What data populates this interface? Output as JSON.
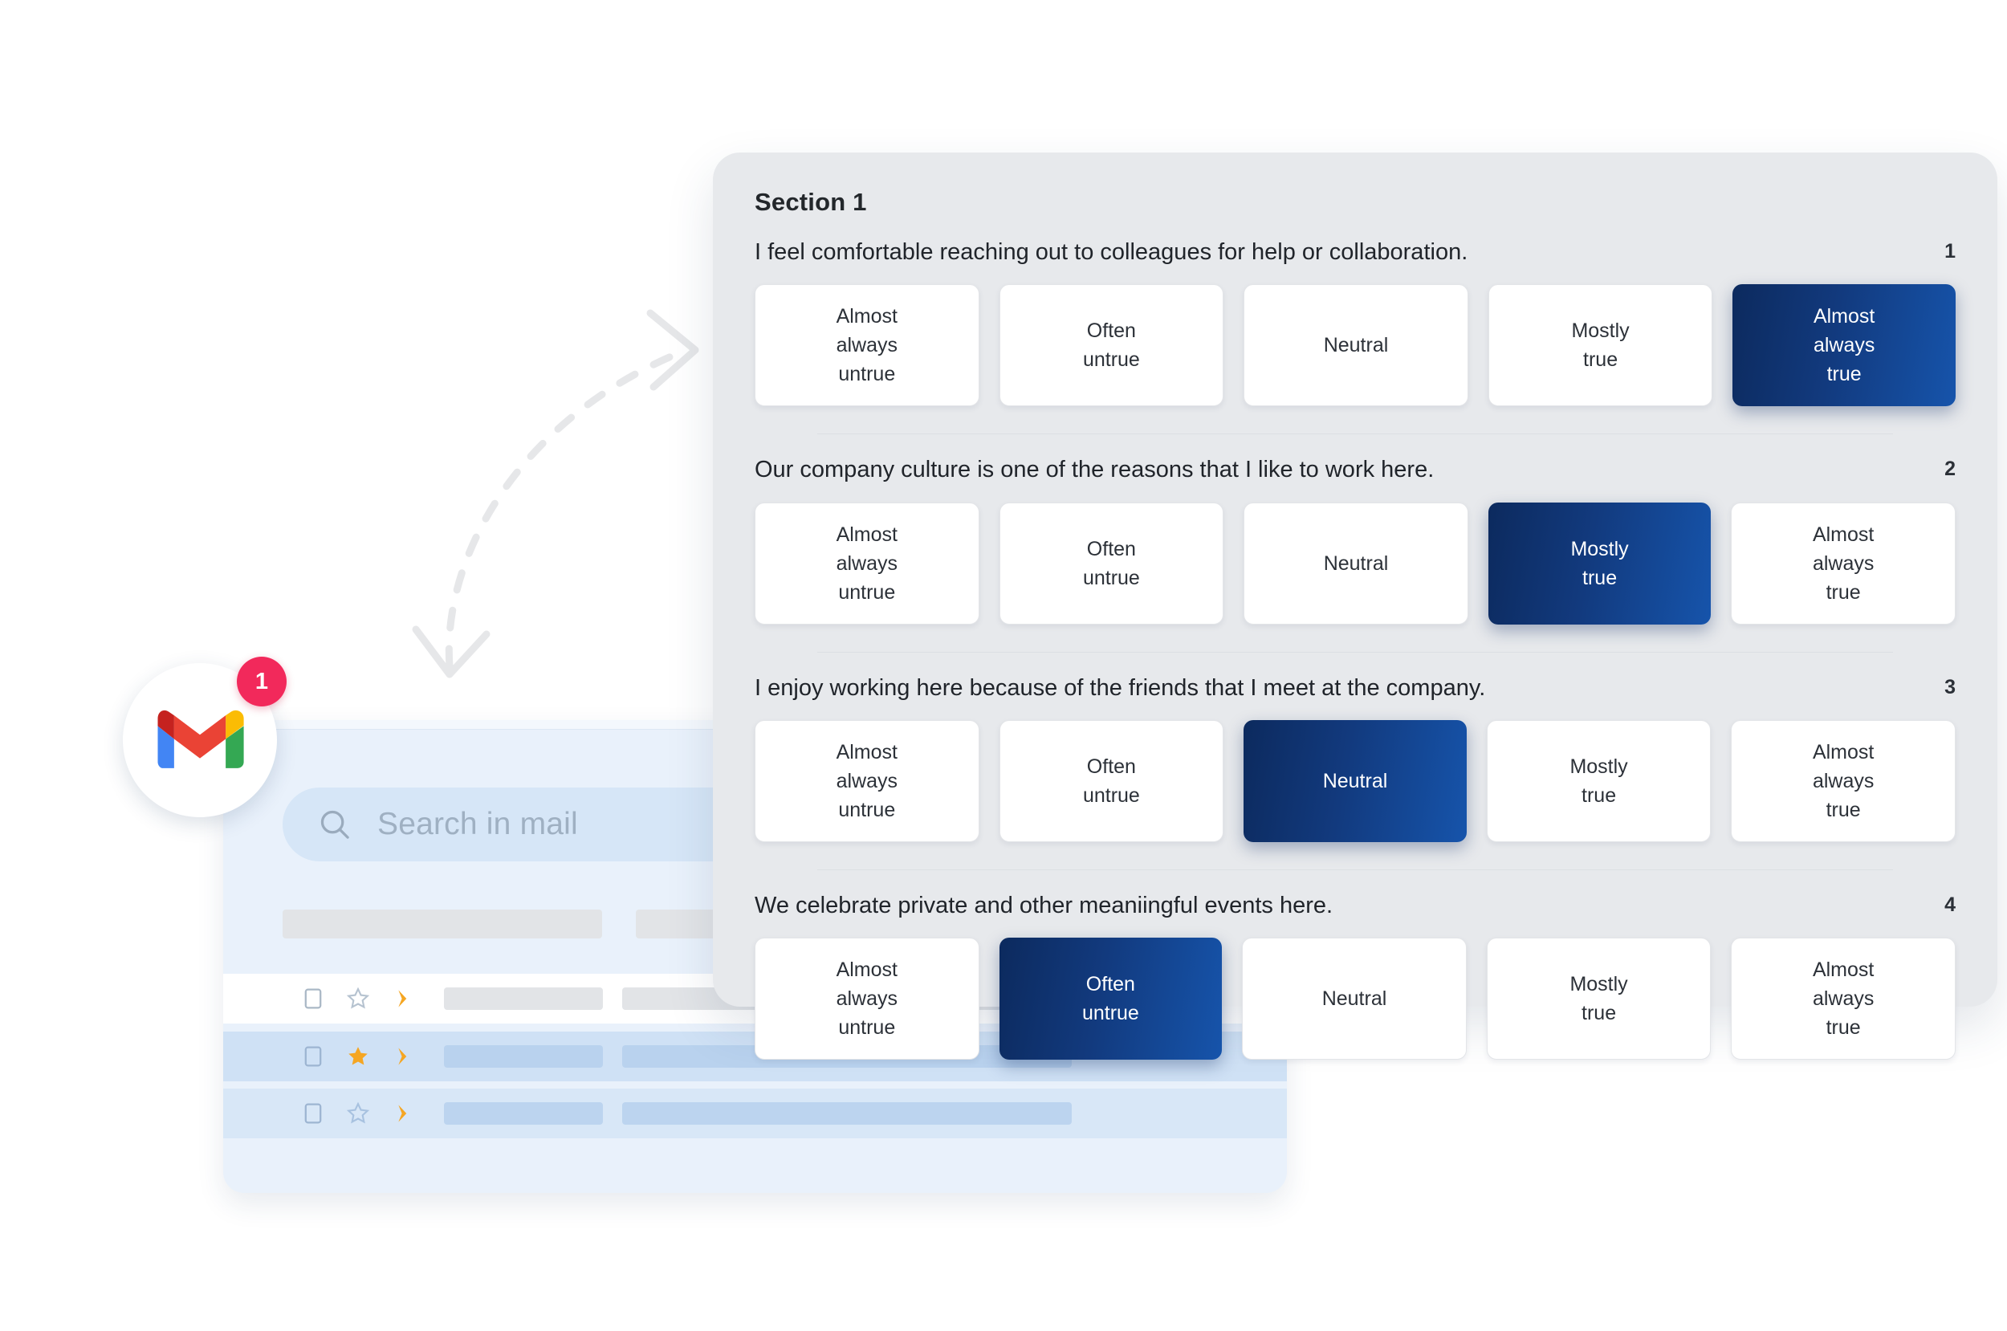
{
  "card": {
    "section_title": "Section 1",
    "questions": [
      {
        "number": "1",
        "text": "I feel comfortable reaching out to colleagues for help or collaboration.",
        "options": [
          "Almost\nalways\nuntrue",
          "Often\nuntrue",
          "Neutral",
          "Mostly\ntrue",
          "Almost\nalways\ntrue"
        ],
        "selected_index": 4
      },
      {
        "number": "2",
        "text": "Our company culture is one of the reasons that I like to work here.",
        "options": [
          "Almost\nalways\nuntrue",
          "Often\nuntrue",
          "Neutral",
          "Mostly\ntrue",
          "Almost\nalways\ntrue"
        ],
        "selected_index": 3
      },
      {
        "number": "3",
        "text": "I enjoy working here because of the friends that I meet at the company.",
        "options": [
          "Almost\nalways\nuntrue",
          "Often\nuntrue",
          "Neutral",
          "Mostly\ntrue",
          "Almost\nalways\ntrue"
        ],
        "selected_index": 2
      },
      {
        "number": "4",
        "text": "We celebrate private and other meaniingful events here.",
        "options": [
          "Almost\nalways\nuntrue",
          "Often\nuntrue",
          "Neutral",
          "Mostly\ntrue",
          "Almost\nalways\ntrue"
        ],
        "selected_index": 1
      }
    ]
  },
  "gmail": {
    "app_name": "Gmail",
    "unread_badge": "1",
    "search": {
      "placeholder": "Search in mail",
      "icon": "search-icon"
    },
    "rows": [
      {
        "starred": false,
        "state": "unread"
      },
      {
        "starred": true,
        "state": "read"
      },
      {
        "starred": false,
        "state": "read"
      }
    ]
  },
  "colors": {
    "accent_dark": "#0c2a5e",
    "accent_light": "#1654ab",
    "badge": "#f2295b",
    "card_bg": "#e7e9ec",
    "gmail_bg": "#e9f1fb",
    "star": "#f5a623"
  }
}
